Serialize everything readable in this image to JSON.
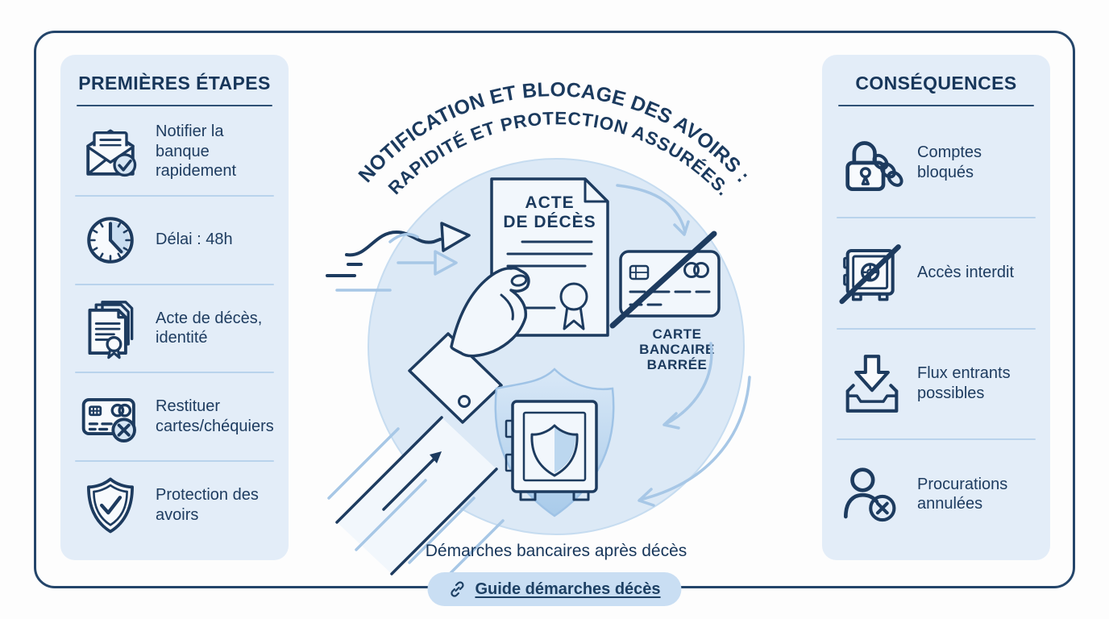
{
  "left_panel": {
    "title": "PREMIÈRES ÉTAPES",
    "items": [
      {
        "icon": "envelope-check-icon",
        "label": "Notifier la banque rapidement"
      },
      {
        "icon": "clock-icon",
        "label": "Délai : 48h"
      },
      {
        "icon": "documents-seal-icon",
        "label": "Acte de décès, identité"
      },
      {
        "icon": "card-crossed-icon",
        "label": "Restituer cartes/chéquiers"
      },
      {
        "icon": "shield-check-icon",
        "label": "Protection des avoirs"
      }
    ]
  },
  "right_panel": {
    "title": "CONSÉQUENCES",
    "items": [
      {
        "icon": "lock-chain-icon",
        "label": "Comptes bloqués"
      },
      {
        "icon": "safe-slash-icon",
        "label": "Accès interdit"
      },
      {
        "icon": "inbox-arrow-icon",
        "label": "Flux entrants possibles"
      },
      {
        "icon": "person-x-icon",
        "label": "Procurations annulées"
      }
    ]
  },
  "center": {
    "title_line1": "NOTIFICATION ET BLOCAGE DES AVOIRS :",
    "title_line2": "RAPIDITÉ ET PROTECTION ASSURÉES.",
    "document_label": {
      "line1": "ACTE",
      "line2": "DE DÉCÈS"
    },
    "card_label": {
      "line1": "CARTE",
      "line2": "BANCAIRE",
      "line3": "BARRÉE"
    }
  },
  "footer": {
    "caption": "Démarches bancaires après décès",
    "link_label": "Guide démarches décès"
  },
  "palette": {
    "navy": "#1d3b5f",
    "frame_border": "#24456a",
    "panel_bg": "#e3edf8",
    "divider": "#b9d3ec",
    "accent_light_blue": "#a7c7e6",
    "circle_bg": "#dce9f6",
    "shield_fill": "#bcd6ef",
    "pill_bg": "#c9def3",
    "page_bg": "#fdfdfd"
  }
}
